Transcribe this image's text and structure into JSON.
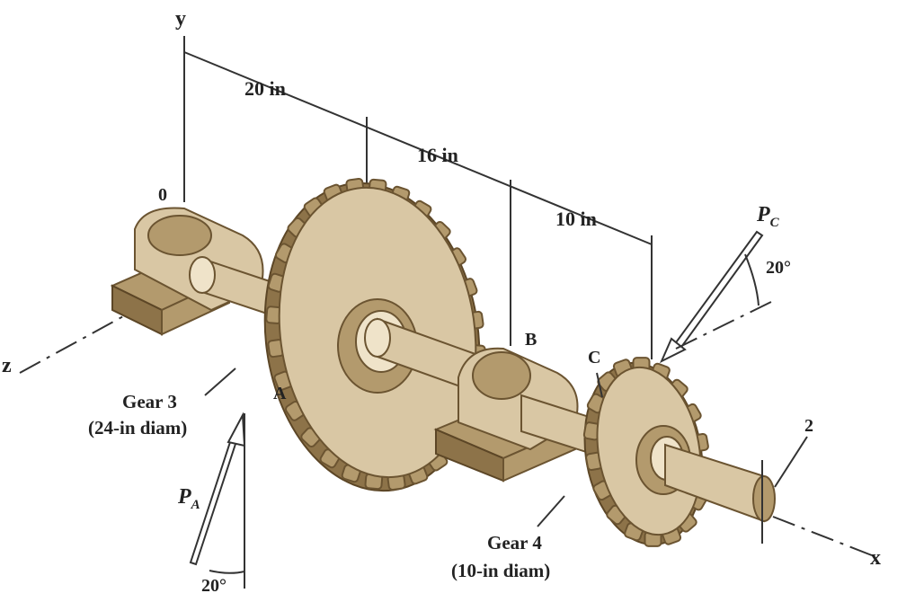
{
  "labels": {
    "y_axis": "y",
    "x_axis": "x",
    "z_axis": "z",
    "origin": "0",
    "dim_1": "20 in",
    "dim_2": "16 in",
    "dim_3": "10 in",
    "point_a": "A",
    "point_b": "B",
    "point_c": "C",
    "point_2": "2",
    "gear3_name": "Gear 3",
    "gear3_diam": "(24-in diam)",
    "gear4_name": "Gear 4",
    "gear4_diam": "(10-in diam)",
    "force_a_main": "P",
    "force_a_sub": "A",
    "force_c_main": "P",
    "force_c_sub": "C",
    "angle_a": "20°",
    "angle_c": "20°"
  }
}
